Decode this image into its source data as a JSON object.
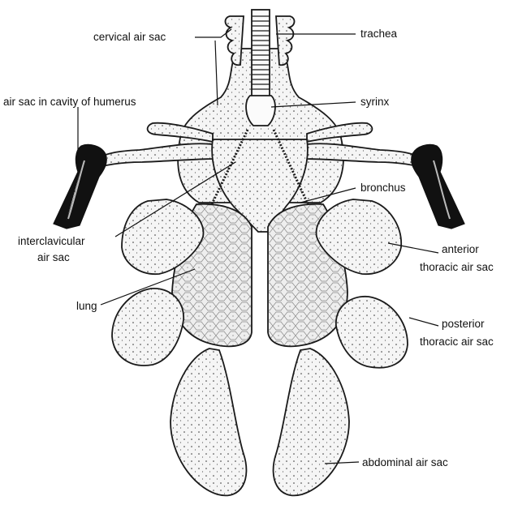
{
  "labels": {
    "cervical": "cervical air sac",
    "trachea": "trachea",
    "humerus": "air sac in cavity of humerus",
    "syrinx": "syrinx",
    "bronchus": "bronchus",
    "interclavicular_1": "interclavicular",
    "interclavicular_2": "air sac",
    "anterior_1": "anterior",
    "anterior_2": "thoracic air sac",
    "lung": "lung",
    "posterior_1": "posterior",
    "posterior_2": "thoracic air sac",
    "abdominal": "abdominal air sac"
  }
}
